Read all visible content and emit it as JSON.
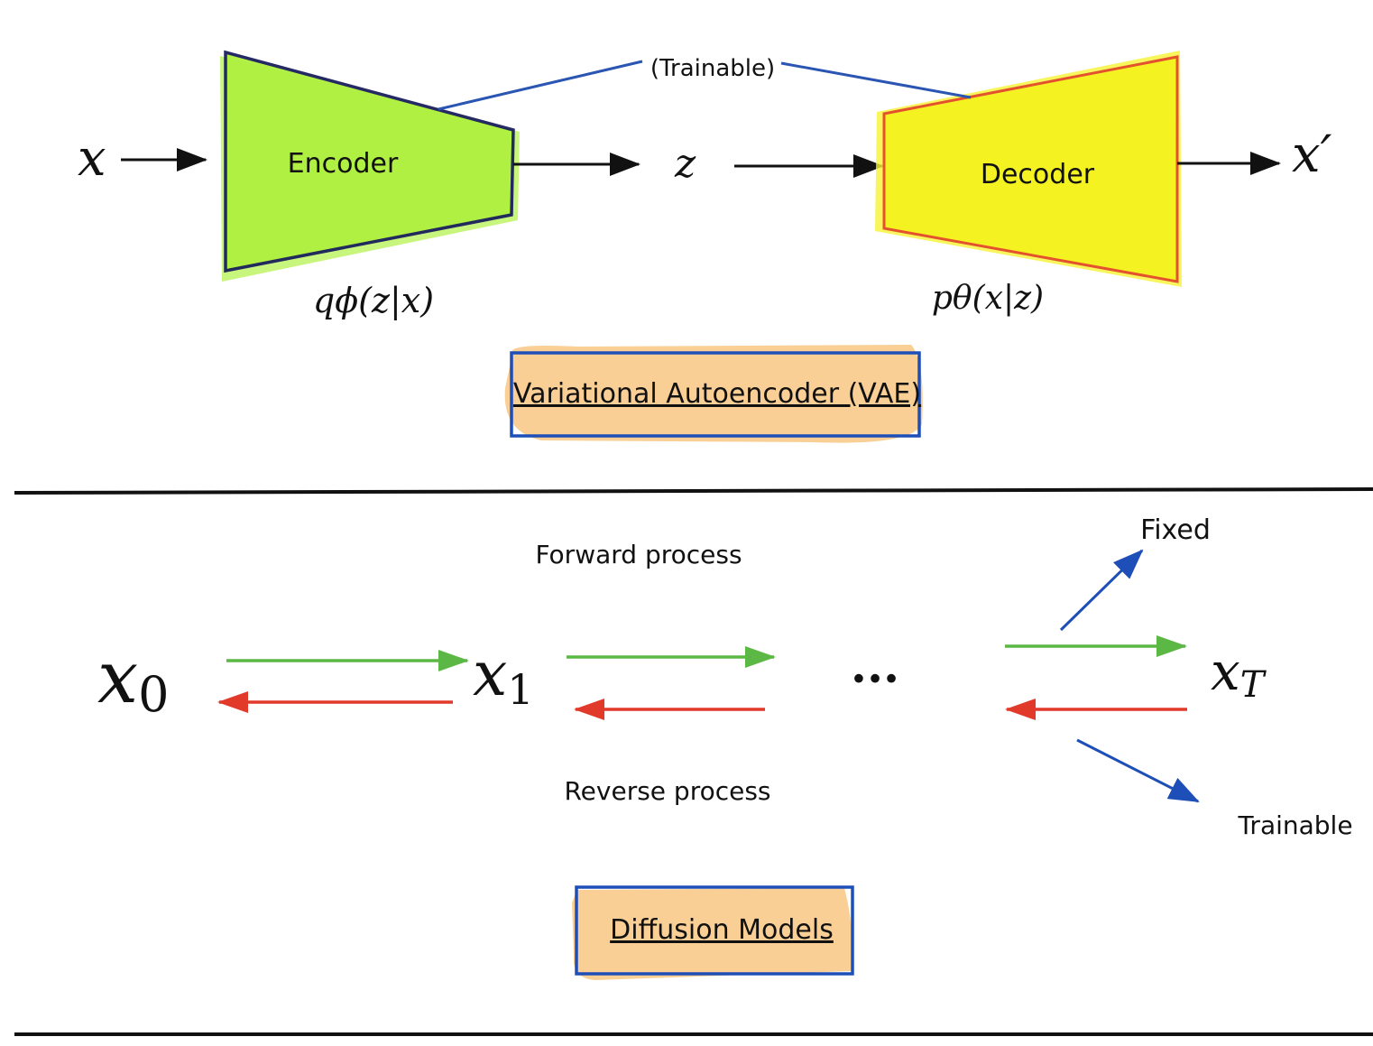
{
  "vae": {
    "input_var": "x",
    "latent_var": "z",
    "output_var": "x′",
    "encoder_label": "Encoder",
    "decoder_label": "Decoder",
    "trainable_label": "(Trainable)",
    "encoder_dist": "qϕ(z|x)",
    "decoder_dist": "pθ(x|z)",
    "title": "Variational Autoencoder (VAE)",
    "colors": {
      "encoder_fill": "#b5f24f",
      "encoder_border": "#1a1f5c",
      "decoder_fill": "#f7f233",
      "decoder_border": "#e24a2b",
      "callout_line": "#2a55b3",
      "title_fill": "#f9cf95",
      "title_border": "#1e4fb8"
    }
  },
  "diffusion": {
    "states": [
      {
        "base": "x",
        "sub": "0"
      },
      {
        "base": "x",
        "sub": "1"
      },
      {
        "base": "x",
        "sub": "T"
      }
    ],
    "ellipsis": "···",
    "forward_label": "Forward process",
    "reverse_label": "Reverse process",
    "fixed_label": "Fixed",
    "trainable_label": "Trainable",
    "title": "Diffusion Models",
    "colors": {
      "forward_arrow": "#5cb845",
      "reverse_arrow": "#e23a2a",
      "pointer_arrow": "#1e4fb8",
      "title_fill": "#f9cf95",
      "title_border": "#1e4fb8"
    }
  }
}
